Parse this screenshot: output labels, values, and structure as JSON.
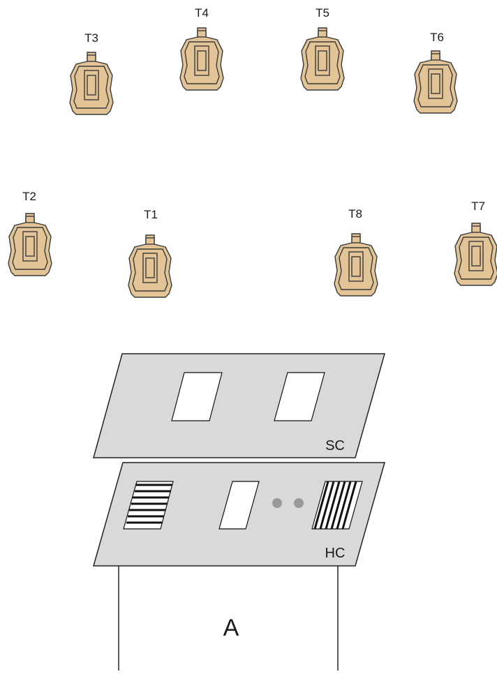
{
  "colors": {
    "target_fill": "#e3c497",
    "target_stroke": "#3a3a3a",
    "panel_fill": "#d9d9d9",
    "panel_stroke": "#222222",
    "dot_fill": "#9a9a9a"
  },
  "targets": [
    {
      "label": "T1"
    },
    {
      "label": "T2"
    },
    {
      "label": "T3"
    },
    {
      "label": "T4"
    },
    {
      "label": "T5"
    },
    {
      "label": "T6"
    },
    {
      "label": "T7"
    },
    {
      "label": "T8"
    }
  ],
  "panels": {
    "sc": {
      "label": "SC"
    },
    "hc": {
      "label": "HC"
    }
  },
  "stand": {
    "label": "A"
  }
}
